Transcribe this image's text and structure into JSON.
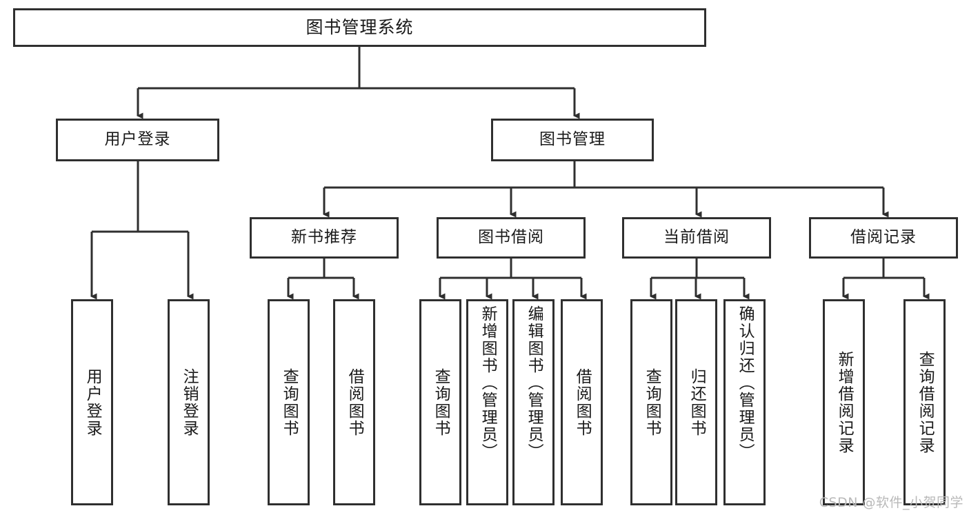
{
  "diagram": {
    "title": "图书管理系统",
    "type": "hierarchy-tree",
    "root": {
      "id": "root",
      "label": "图书管理系统"
    },
    "level2": [
      {
        "id": "user-login",
        "label": "用户登录"
      },
      {
        "id": "book-management",
        "label": "图书管理"
      }
    ],
    "level3": [
      {
        "id": "new-book-recommend",
        "label": "新书推荐"
      },
      {
        "id": "book-borrow",
        "label": "图书借阅"
      },
      {
        "id": "current-borrow",
        "label": "当前借阅"
      },
      {
        "id": "borrow-record",
        "label": "借阅记录"
      }
    ],
    "leaves": {
      "user_login": [
        {
          "id": "leaf-user-login",
          "label": "用户登录"
        },
        {
          "id": "leaf-logout-login",
          "label": "注销登录"
        }
      ],
      "new_book_recommend": [
        {
          "id": "leaf-query-book-1",
          "label": "查询图书"
        },
        {
          "id": "leaf-borrow-book-1",
          "label": "借阅图书"
        }
      ],
      "book_borrow": [
        {
          "id": "leaf-query-book-2",
          "label": "查询图书"
        },
        {
          "id": "leaf-add-book",
          "label": "新增图书（管理员）"
        },
        {
          "id": "leaf-edit-book",
          "label": "编辑图书（管理员）"
        },
        {
          "id": "leaf-borrow-book-2",
          "label": "借阅图书"
        }
      ],
      "current_borrow": [
        {
          "id": "leaf-query-book-3",
          "label": "查询图书"
        },
        {
          "id": "leaf-return-book",
          "label": "归还图书"
        },
        {
          "id": "leaf-confirm-return",
          "label": "确认归还（管理员）"
        }
      ],
      "borrow_record": [
        {
          "id": "leaf-add-record",
          "label": "新增借阅记录"
        },
        {
          "id": "leaf-query-record",
          "label": "查询借阅记录"
        }
      ]
    }
  },
  "watermark": {
    "text": "CSDN @软件_小贺同学"
  },
  "colors": {
    "stroke": "#2f2f2f",
    "background": "#ffffff",
    "text": "#1a1a1a",
    "watermark": "#b9b9b9"
  }
}
